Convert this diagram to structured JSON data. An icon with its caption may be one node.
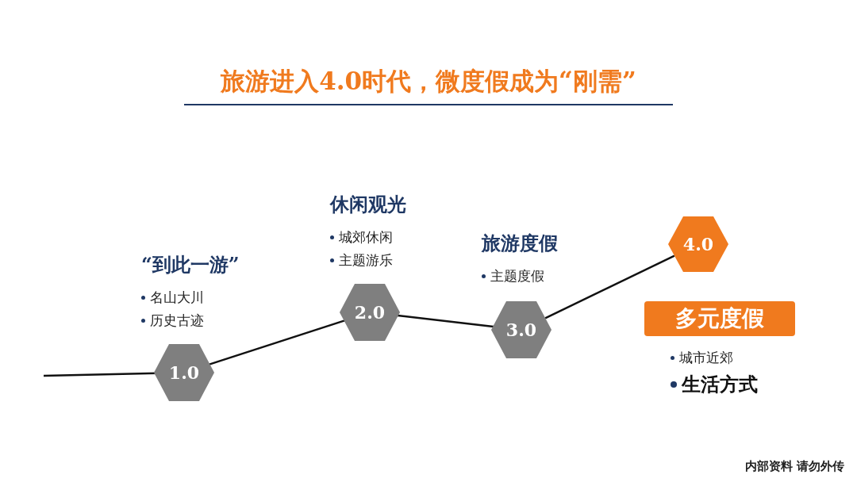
{
  "diagram": {
    "title": "旅游进入4.0时代，微度假成为“刚需”",
    "nodes": [
      {
        "text": [
          "1.0"
        ],
        "beside": [
          "“到此一游”",
          "名山大川",
          "历史古迹"
        ]
      },
      {
        "text": [
          "2.0"
        ],
        "beside": [
          "休闲观光",
          "城郊休闲",
          "主题游乐"
        ]
      },
      {
        "text": [
          "3.0"
        ],
        "beside": [
          "旅游度假",
          "主题度假"
        ]
      },
      {
        "text": [
          "4.0"
        ]
      },
      {
        "text": [
          "多元度假"
        ],
        "beside": [
          "城市近郊",
          "生活方式"
        ]
      }
    ],
    "edges": [
      {
        "from": null,
        "to": 0,
        "arrow": "none"
      },
      {
        "from": 0,
        "to": 1,
        "arrow": "none"
      },
      {
        "from": 1,
        "to": 2,
        "arrow": "none"
      },
      {
        "from": 2,
        "to": 3,
        "arrow": "none"
      }
    ],
    "labels": [
      "内部资料 请勿外传"
    ]
  }
}
